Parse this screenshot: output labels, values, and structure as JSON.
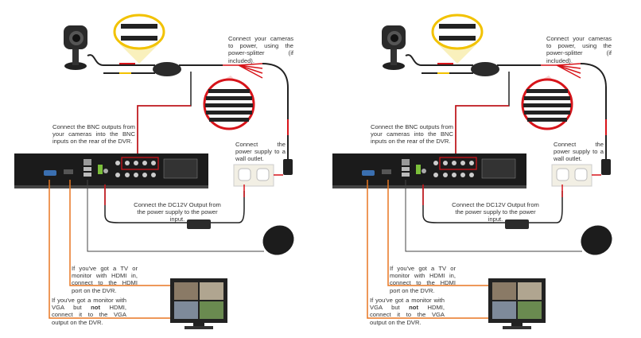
{
  "diagram": {
    "splitter_note": "Connect your cameras to power, using the power-splitter (if included).",
    "bnc_note": "Connect the BNC outputs from your cameras into the BNC inputs on the rear of the DVR.",
    "wall_note": "Connect the power supply to a wall outlet.",
    "dc_note": "Connect the DC12V Output from the power supply to the power input.",
    "hdmi_note": "If you've got a TV or monitor with HDMI in, connect to the HDMI port on the DVR.",
    "vga_note_pre": "If you've got a monitor with VGA but ",
    "vga_note_bold": "not",
    "vga_note_post": " HDMI, connect it to the VGA output on the DVR.",
    "colors": {
      "video": "#d7141a",
      "display": "#e87722",
      "highlight": "#f2c200",
      "cable": "#222222"
    }
  }
}
